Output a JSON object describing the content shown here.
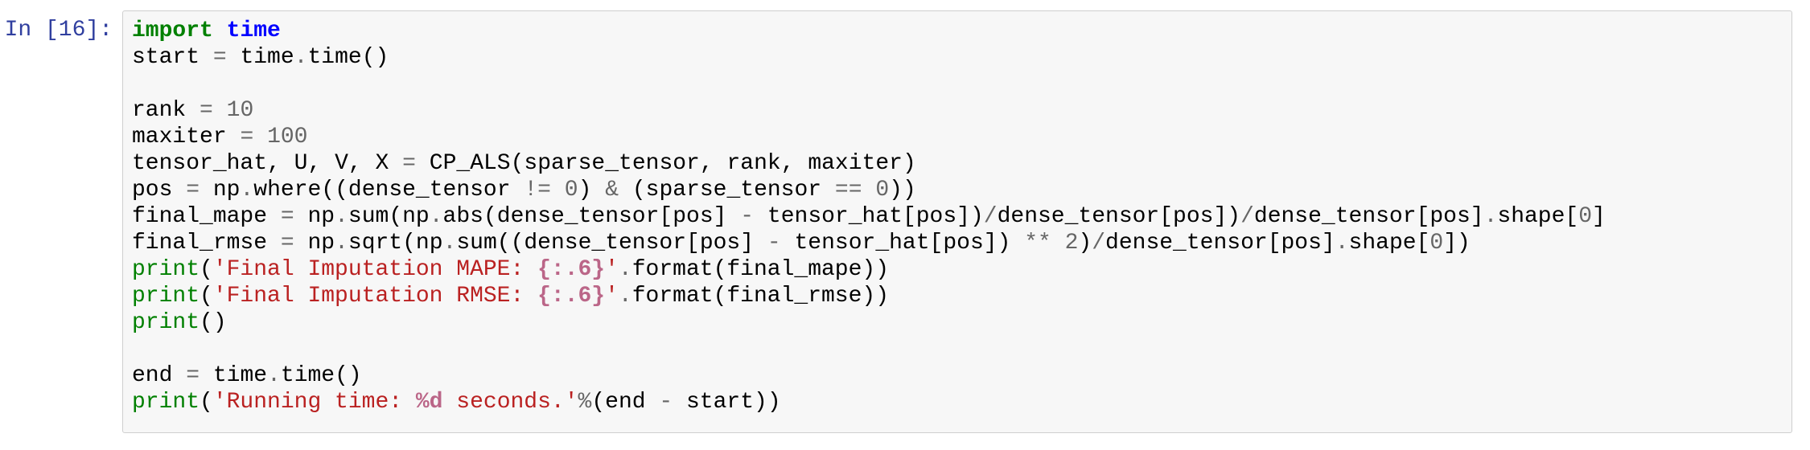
{
  "colors": {
    "prompt": "#303F9F",
    "cell_background": "#f7f7f7",
    "cell_border": "#cfcfcf",
    "keyword": "#008000",
    "module": "#0000FF",
    "builtin": "#008000",
    "string": "#BA2121",
    "string_interpolation": "#BB6688",
    "operator": "#666666",
    "number": "#666666",
    "name": "#000000"
  },
  "notebook": {
    "cell": {
      "prompt": "In [16]:",
      "language": "python",
      "code_lines": [
        [
          [
            "kn",
            "import"
          ],
          [
            "ws",
            " "
          ],
          [
            "nn",
            "time"
          ]
        ],
        [
          [
            "n",
            "start"
          ],
          [
            "ws",
            " "
          ],
          [
            "o",
            "="
          ],
          [
            "ws",
            " "
          ],
          [
            "n",
            "time"
          ],
          [
            "o",
            "."
          ],
          [
            "n",
            "time"
          ],
          [
            "p",
            "()"
          ]
        ],
        [],
        [
          [
            "n",
            "rank"
          ],
          [
            "ws",
            " "
          ],
          [
            "o",
            "="
          ],
          [
            "ws",
            " "
          ],
          [
            "mi",
            "10"
          ]
        ],
        [
          [
            "n",
            "maxiter"
          ],
          [
            "ws",
            " "
          ],
          [
            "o",
            "="
          ],
          [
            "ws",
            " "
          ],
          [
            "mi",
            "100"
          ]
        ],
        [
          [
            "n",
            "tensor_hat"
          ],
          [
            "p",
            ","
          ],
          [
            "ws",
            " "
          ],
          [
            "n",
            "U"
          ],
          [
            "p",
            ","
          ],
          [
            "ws",
            " "
          ],
          [
            "n",
            "V"
          ],
          [
            "p",
            ","
          ],
          [
            "ws",
            " "
          ],
          [
            "n",
            "X"
          ],
          [
            "ws",
            " "
          ],
          [
            "o",
            "="
          ],
          [
            "ws",
            " "
          ],
          [
            "n",
            "CP_ALS"
          ],
          [
            "p",
            "("
          ],
          [
            "n",
            "sparse_tensor"
          ],
          [
            "p",
            ","
          ],
          [
            "ws",
            " "
          ],
          [
            "n",
            "rank"
          ],
          [
            "p",
            ","
          ],
          [
            "ws",
            " "
          ],
          [
            "n",
            "maxiter"
          ],
          [
            "p",
            ")"
          ]
        ],
        [
          [
            "n",
            "pos"
          ],
          [
            "ws",
            " "
          ],
          [
            "o",
            "="
          ],
          [
            "ws",
            " "
          ],
          [
            "n",
            "np"
          ],
          [
            "o",
            "."
          ],
          [
            "n",
            "where"
          ],
          [
            "p",
            "(("
          ],
          [
            "n",
            "dense_tensor"
          ],
          [
            "ws",
            " "
          ],
          [
            "o",
            "!="
          ],
          [
            "ws",
            " "
          ],
          [
            "mi",
            "0"
          ],
          [
            "p",
            ")"
          ],
          [
            "ws",
            " "
          ],
          [
            "o",
            "&"
          ],
          [
            "ws",
            " "
          ],
          [
            "p",
            "("
          ],
          [
            "n",
            "sparse_tensor"
          ],
          [
            "ws",
            " "
          ],
          [
            "o",
            "=="
          ],
          [
            "ws",
            " "
          ],
          [
            "mi",
            "0"
          ],
          [
            "p",
            "))"
          ]
        ],
        [
          [
            "n",
            "final_mape"
          ],
          [
            "ws",
            " "
          ],
          [
            "o",
            "="
          ],
          [
            "ws",
            " "
          ],
          [
            "n",
            "np"
          ],
          [
            "o",
            "."
          ],
          [
            "n",
            "sum"
          ],
          [
            "p",
            "("
          ],
          [
            "n",
            "np"
          ],
          [
            "o",
            "."
          ],
          [
            "n",
            "abs"
          ],
          [
            "p",
            "("
          ],
          [
            "n",
            "dense_tensor"
          ],
          [
            "p",
            "["
          ],
          [
            "n",
            "pos"
          ],
          [
            "p",
            "]"
          ],
          [
            "ws",
            " "
          ],
          [
            "o",
            "-"
          ],
          [
            "ws",
            " "
          ],
          [
            "n",
            "tensor_hat"
          ],
          [
            "p",
            "["
          ],
          [
            "n",
            "pos"
          ],
          [
            "p",
            "])"
          ],
          [
            "o",
            "/"
          ],
          [
            "n",
            "dense_tensor"
          ],
          [
            "p",
            "["
          ],
          [
            "n",
            "pos"
          ],
          [
            "p",
            "])"
          ],
          [
            "o",
            "/"
          ],
          [
            "n",
            "dense_tensor"
          ],
          [
            "p",
            "["
          ],
          [
            "n",
            "pos"
          ],
          [
            "p",
            "]"
          ],
          [
            "o",
            "."
          ],
          [
            "n",
            "shape"
          ],
          [
            "p",
            "["
          ],
          [
            "mi",
            "0"
          ],
          [
            "p",
            "]"
          ]
        ],
        [
          [
            "n",
            "final_rmse"
          ],
          [
            "ws",
            " "
          ],
          [
            "o",
            "="
          ],
          [
            "ws",
            " "
          ],
          [
            "n",
            "np"
          ],
          [
            "o",
            "."
          ],
          [
            "n",
            "sqrt"
          ],
          [
            "p",
            "("
          ],
          [
            "n",
            "np"
          ],
          [
            "o",
            "."
          ],
          [
            "n",
            "sum"
          ],
          [
            "p",
            "(("
          ],
          [
            "n",
            "dense_tensor"
          ],
          [
            "p",
            "["
          ],
          [
            "n",
            "pos"
          ],
          [
            "p",
            "]"
          ],
          [
            "ws",
            " "
          ],
          [
            "o",
            "-"
          ],
          [
            "ws",
            " "
          ],
          [
            "n",
            "tensor_hat"
          ],
          [
            "p",
            "["
          ],
          [
            "n",
            "pos"
          ],
          [
            "p",
            "])"
          ],
          [
            "ws",
            " "
          ],
          [
            "o",
            "**"
          ],
          [
            "ws",
            " "
          ],
          [
            "mi",
            "2"
          ],
          [
            "p",
            ")"
          ],
          [
            "o",
            "/"
          ],
          [
            "n",
            "dense_tensor"
          ],
          [
            "p",
            "["
          ],
          [
            "n",
            "pos"
          ],
          [
            "p",
            "]"
          ],
          [
            "o",
            "."
          ],
          [
            "n",
            "shape"
          ],
          [
            "p",
            "["
          ],
          [
            "mi",
            "0"
          ],
          [
            "p",
            "])"
          ]
        ],
        [
          [
            "nb",
            "print"
          ],
          [
            "p",
            "("
          ],
          [
            "s",
            "'Final Imputation MAPE: "
          ],
          [
            "si",
            "{:.6}"
          ],
          [
            "s",
            "'"
          ],
          [
            "o",
            "."
          ],
          [
            "n",
            "format"
          ],
          [
            "p",
            "("
          ],
          [
            "n",
            "final_mape"
          ],
          [
            "p",
            "))"
          ]
        ],
        [
          [
            "nb",
            "print"
          ],
          [
            "p",
            "("
          ],
          [
            "s",
            "'Final Imputation RMSE: "
          ],
          [
            "si",
            "{:.6}"
          ],
          [
            "s",
            "'"
          ],
          [
            "o",
            "."
          ],
          [
            "n",
            "format"
          ],
          [
            "p",
            "("
          ],
          [
            "n",
            "final_rmse"
          ],
          [
            "p",
            "))"
          ]
        ],
        [
          [
            "nb",
            "print"
          ],
          [
            "p",
            "()"
          ]
        ],
        [],
        [
          [
            "n",
            "end"
          ],
          [
            "ws",
            " "
          ],
          [
            "o",
            "="
          ],
          [
            "ws",
            " "
          ],
          [
            "n",
            "time"
          ],
          [
            "o",
            "."
          ],
          [
            "n",
            "time"
          ],
          [
            "p",
            "()"
          ]
        ],
        [
          [
            "nb",
            "print"
          ],
          [
            "p",
            "("
          ],
          [
            "s",
            "'Running time: "
          ],
          [
            "si",
            "%d"
          ],
          [
            "s",
            " seconds.'"
          ],
          [
            "o",
            "%"
          ],
          [
            "p",
            "("
          ],
          [
            "n",
            "end"
          ],
          [
            "ws",
            " "
          ],
          [
            "o",
            "-"
          ],
          [
            "ws",
            " "
          ],
          [
            "n",
            "start"
          ],
          [
            "p",
            "))"
          ]
        ]
      ]
    }
  }
}
